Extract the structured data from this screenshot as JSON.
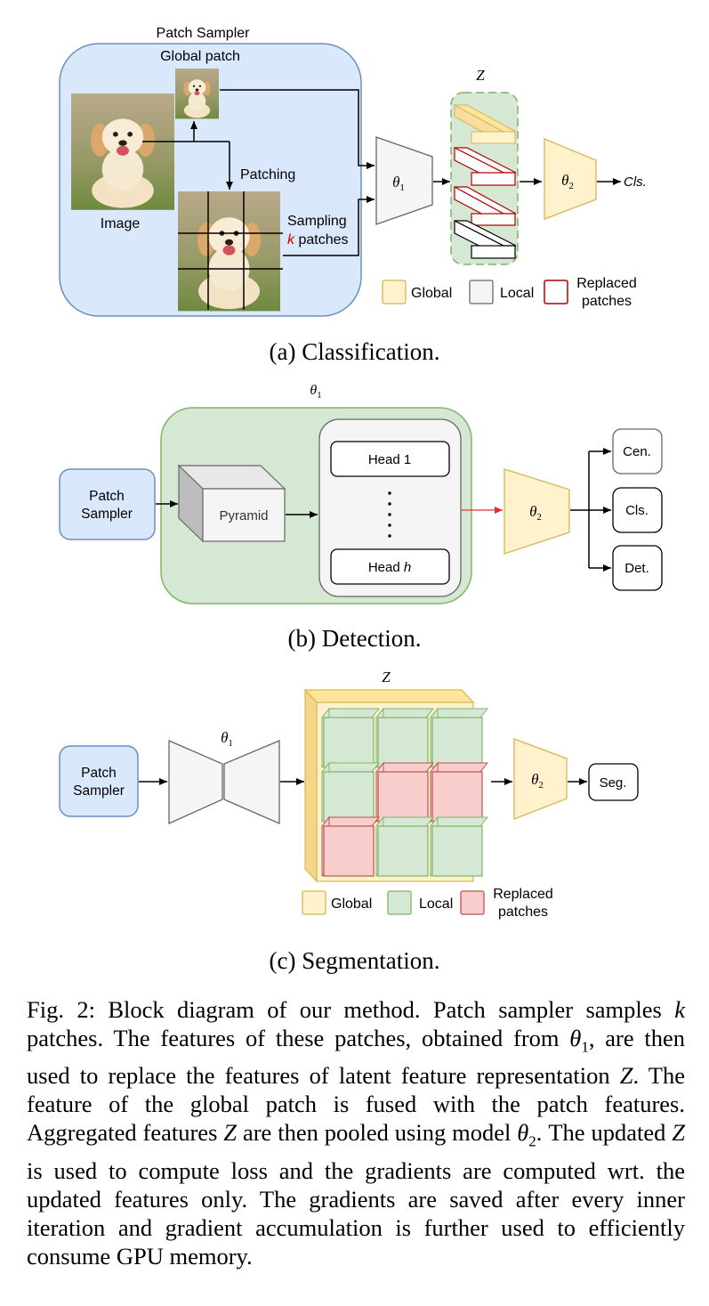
{
  "a": {
    "sampler_title": "Patch Sampler",
    "global_patch": "Global patch",
    "patching": "Patching",
    "image": "Image",
    "sampling": "Sampling",
    "k": "k",
    "patches_word": " patches",
    "z": "Z",
    "theta1": "θ",
    "theta1_sub": "1",
    "theta2": "θ",
    "theta2_sub": "2",
    "cls": "Cls.",
    "legend": {
      "global": "Global",
      "local": "Local",
      "replaced_1": "Replaced",
      "replaced_2": "patches"
    },
    "caption": "(a) Classification."
  },
  "b": {
    "theta1": "θ",
    "theta1_sub": "1",
    "sampler_1": "Patch",
    "sampler_2": "Sampler",
    "pyramid": "Pyramid",
    "head1": "Head 1",
    "headh": "Head ",
    "h": "h",
    "theta2": "θ",
    "theta2_sub": "2",
    "cen": "Cen.",
    "cls": "Cls.",
    "det": "Det.",
    "caption": "(b) Detection."
  },
  "c": {
    "z": "Z",
    "theta1": "θ",
    "theta1_sub": "1",
    "sampler_1": "Patch",
    "sampler_2": "Sampler",
    "theta2": "θ",
    "theta2_sub": "2",
    "seg": "Seg.",
    "legend": {
      "global": "Global",
      "local": "Local",
      "replaced_1": "Replaced",
      "replaced_2": "patches"
    },
    "caption": "(c) Segmentation."
  },
  "caption": {
    "p1": "Fig. 2: Block diagram of our method. Patch sampler samples ",
    "k": "k",
    "p2": " patches. The features of these patches, obtained from ",
    "th": "θ",
    "th_sub1": "1",
    "p3": ", are then used to replace the features of latent feature representation ",
    "z1": "Z",
    "p4": ". The feature of the global patch is fused with the patch features. Aggregated features ",
    "z2": "Z",
    "p5": " are then pooled using model ",
    "th_sub2": "2",
    "p6": ". The updated ",
    "z3": "Z",
    "p7": " is used to compute loss and the gradients are computed wrt. the updated features only. The gradients are saved after every inner iteration and gradient accumulation is further used to efficiently consume GPU memory."
  },
  "colors": {
    "blue_fill": "#dae8fc",
    "blue_stroke": "#6c8ebf",
    "green_fill": "#d5e8d4",
    "green_stroke": "#82b366",
    "yellow_fill": "#fff2cc",
    "yellow_stroke": "#d6b656",
    "red_fill": "#f8cecc",
    "red_stroke": "#b85450",
    "dark_red": "#b20000",
    "gray_fill": "#f5f5f5"
  }
}
